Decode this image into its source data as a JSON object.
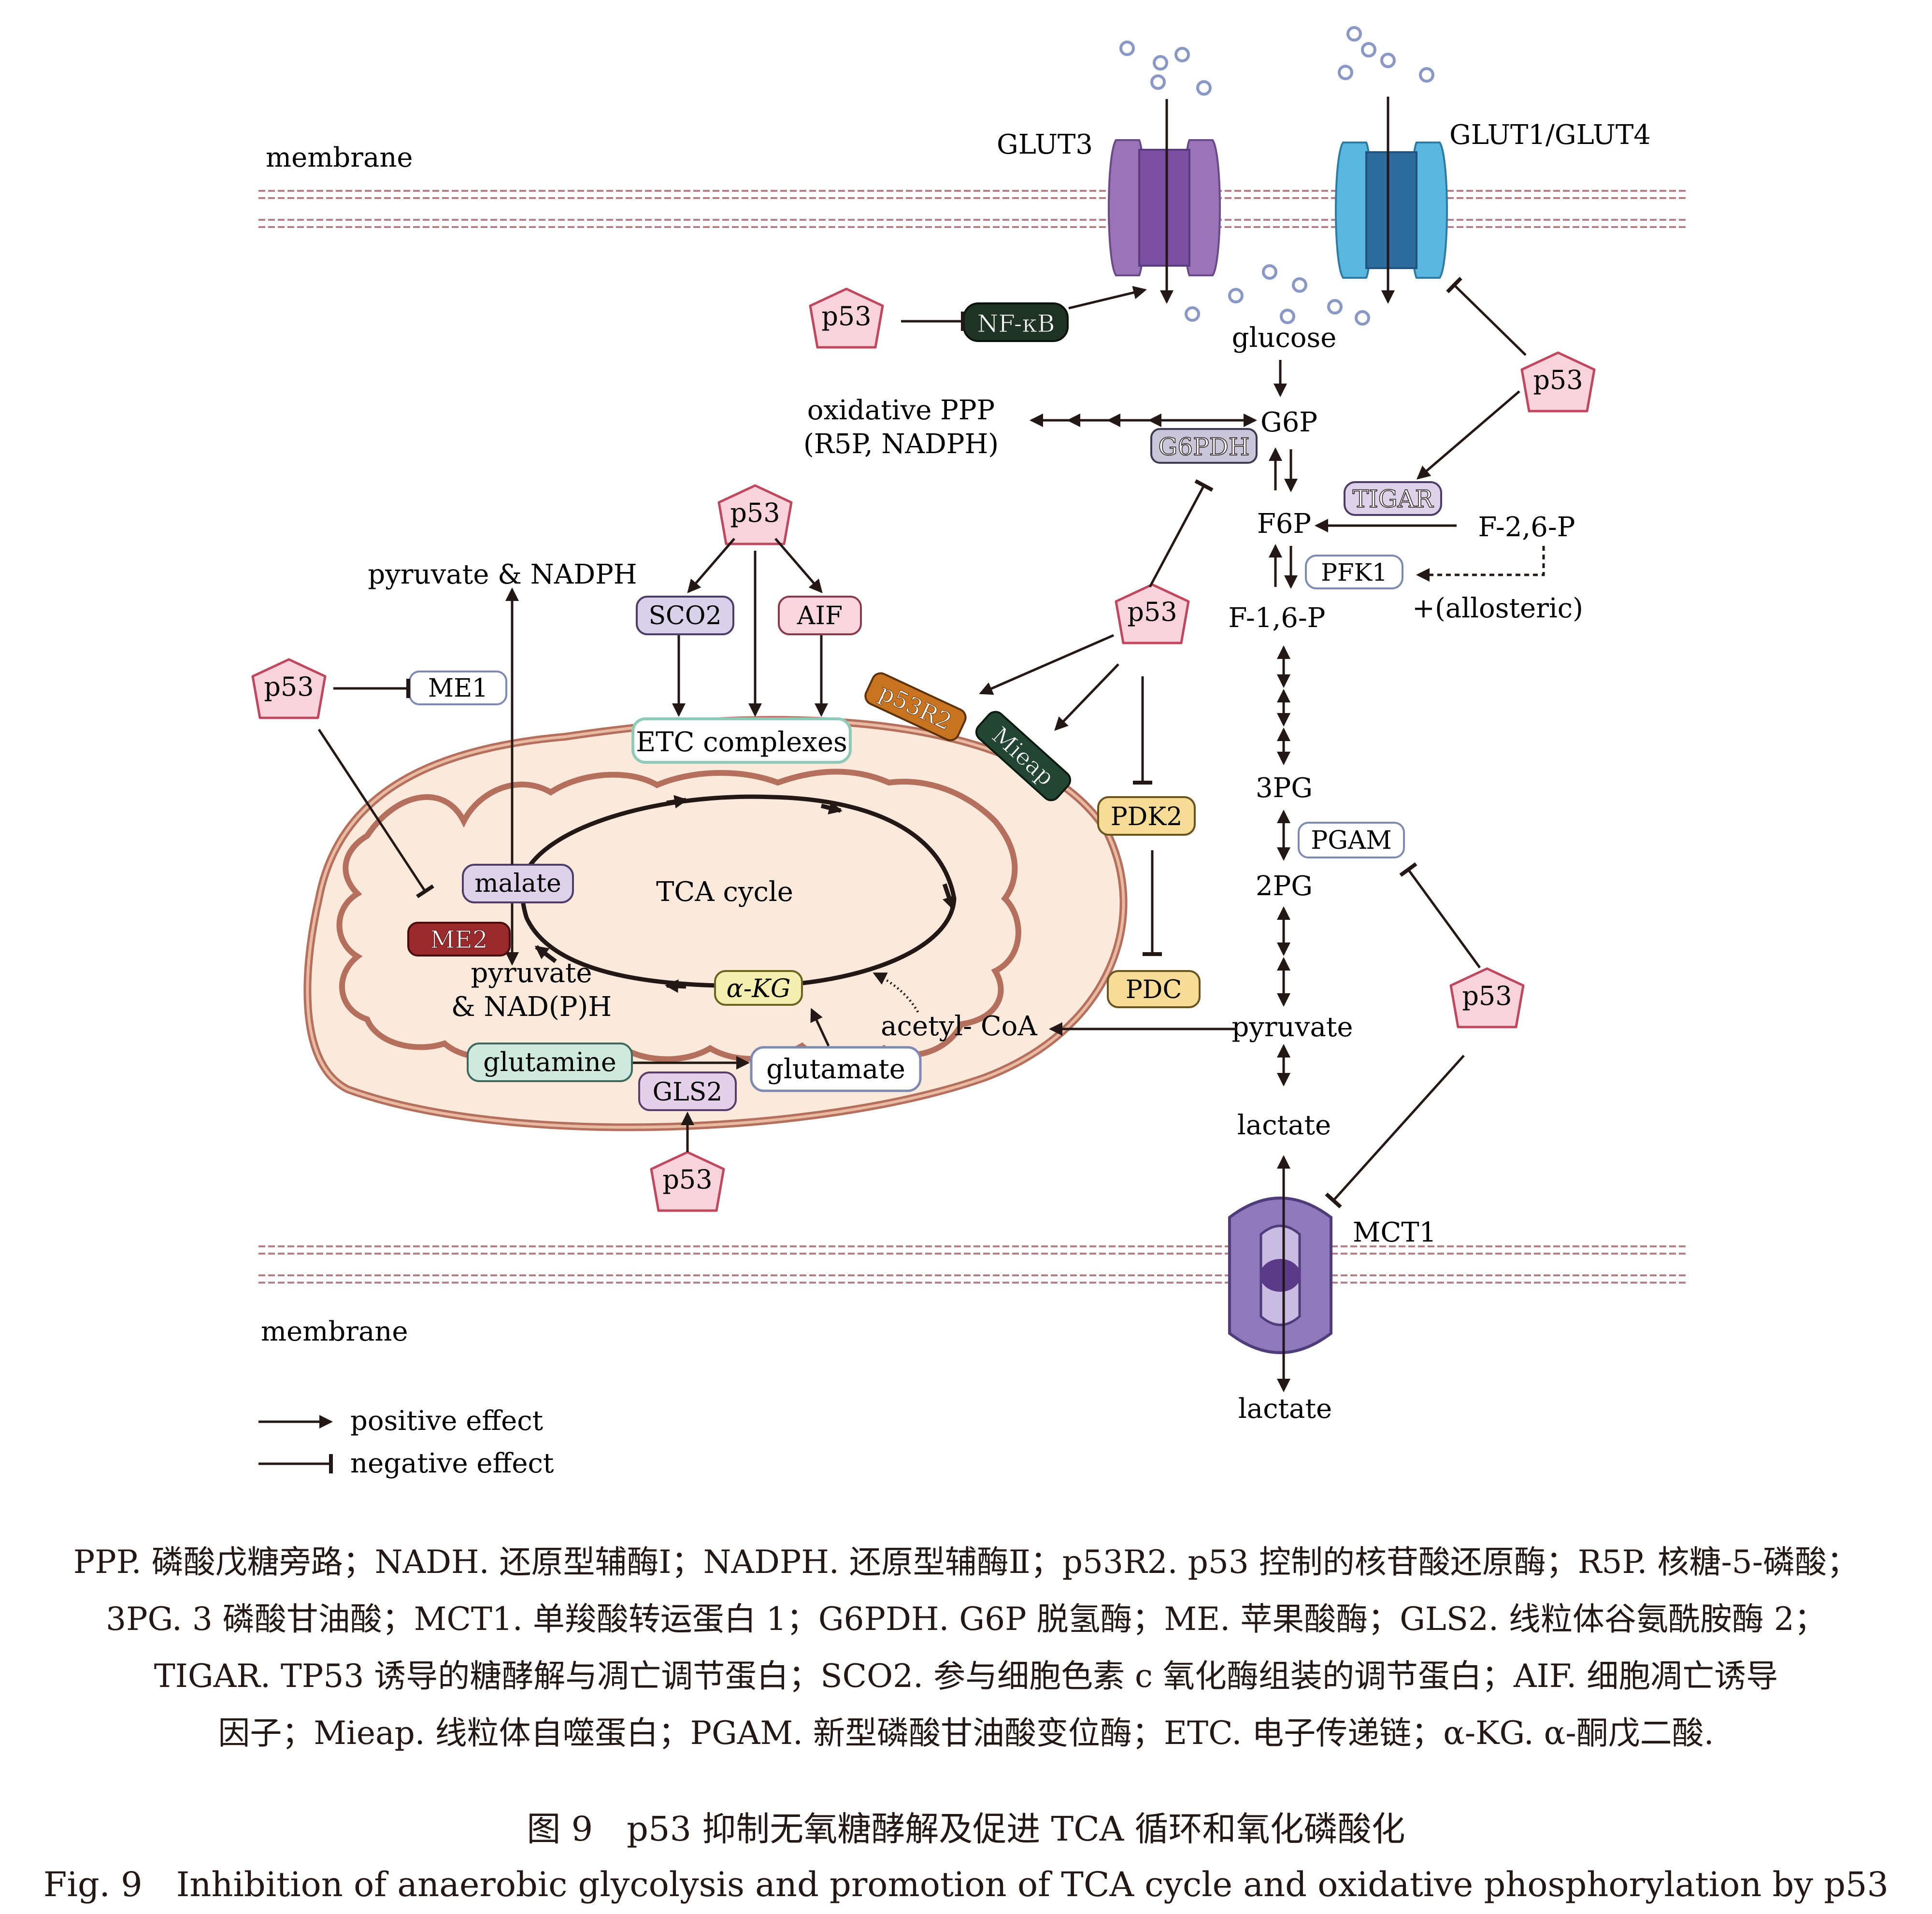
{
  "labels": {
    "membrane_top": "membrane",
    "membrane_bottom": "membrane",
    "glut3": "GLUT3",
    "glut14": "GLUT1/GLUT4",
    "glucose": "glucose",
    "g6p": "G6P",
    "f6p": "F6P",
    "f16p": "F-1,6-P",
    "f26p": "F-2,6-P",
    "allosteric": "+(allosteric)",
    "pg3": "3PG",
    "pg2": "2PG",
    "pyruvate": "pyruvate",
    "lactate_in": "lactate",
    "lactate_out": "lactate",
    "mct1": "MCT1",
    "ppp_line1": "oxidative PPP",
    "ppp_line2": "(R5P, NADPH)",
    "pyruvate_nadph": "pyruvate & NADPH",
    "tca_cycle": "TCA cycle",
    "pyruvate_nadph2_line1": "pyruvate",
    "pyruvate_nadph2_line2": "& NAD(P)H",
    "acetyl_coa": "acetyl- CoA",
    "p53": "p53"
  },
  "boxes": {
    "nfkb": "NF-κB",
    "g6pdh": "G6PDH",
    "tigar": "TIGAR",
    "pfk1": "PFK1",
    "pgam": "PGAM",
    "sco2": "SCO2",
    "aif": "AIF",
    "etc": "ETC complexes",
    "me1": "ME1",
    "me2": "ME2",
    "malate": "malate",
    "akg": "α-KG",
    "glutamine": "glutamine",
    "glutamate": "glutamate",
    "gls2": "GLS2",
    "p53r2": "p53R2",
    "mieap": "Mieap",
    "pdk2": "PDK2",
    "pdc": "PDC"
  },
  "legend": {
    "positive": "positive effect",
    "negative": "negative effect"
  },
  "caption": {
    "abbreviations": [
      "PPP. 磷酸戊糖旁路；NADH. 还原型辅酶Ⅰ；NADPH. 还原型辅酶Ⅱ；p53R2. p53 控制的核苷酸还原酶；R5P. 核糖-5-磷酸；",
      "3PG. 3 磷酸甘油酸；MCT1. 单羧酸转运蛋白 1；G6PDH. G6P 脱氢酶；ME. 苹果酸酶；GLS2. 线粒体谷氨酰胺酶 2；",
      "TIGAR. TP53 诱导的糖酵解与凋亡调节蛋白；SCO2. 参与细胞色素 c 氧化酶组装的调节蛋白；AIF. 细胞凋亡诱导",
      "因子；Mieap. 线粒体自噬蛋白；PGAM. 新型磷酸甘油酸变位酶；ETC. 电子传递链；α-KG. α-酮戊二酸."
    ],
    "title_cn": "图 9　p53 抑制无氧糖酵解及促进 TCA 循环和氧化磷酸化",
    "title_en": "Fig. 9　Inhibition of anaerobic glycolysis and promotion of TCA cycle and oxidative phosphorylation by p53"
  },
  "colors": {
    "p53_fill": "#f9d3dc",
    "p53_stroke": "#c0485e",
    "glut3": "#8f63a8",
    "glut14": "#4fa8d4",
    "mct1": "#7e63a8",
    "mito_fill": "#fbe9dc",
    "mito_stroke": "#b4705c",
    "nfkb_fill": "#1f3324",
    "mieap_fill": "#234534",
    "me2_fill": "#9a2a2c",
    "p53r2_fill": "#c8731f",
    "pdk2_fill": "#f6dc97",
    "sco2_fill": "#d9d1ea",
    "aif_fill": "#f9d6df",
    "akg_fill": "#f4efb0",
    "glutamine_fill": "#cfe9df",
    "gls2_fill": "#e5d0ea",
    "malate_fill": "#ddd2ea",
    "g6pdh_fill": "#c9c6d9"
  }
}
